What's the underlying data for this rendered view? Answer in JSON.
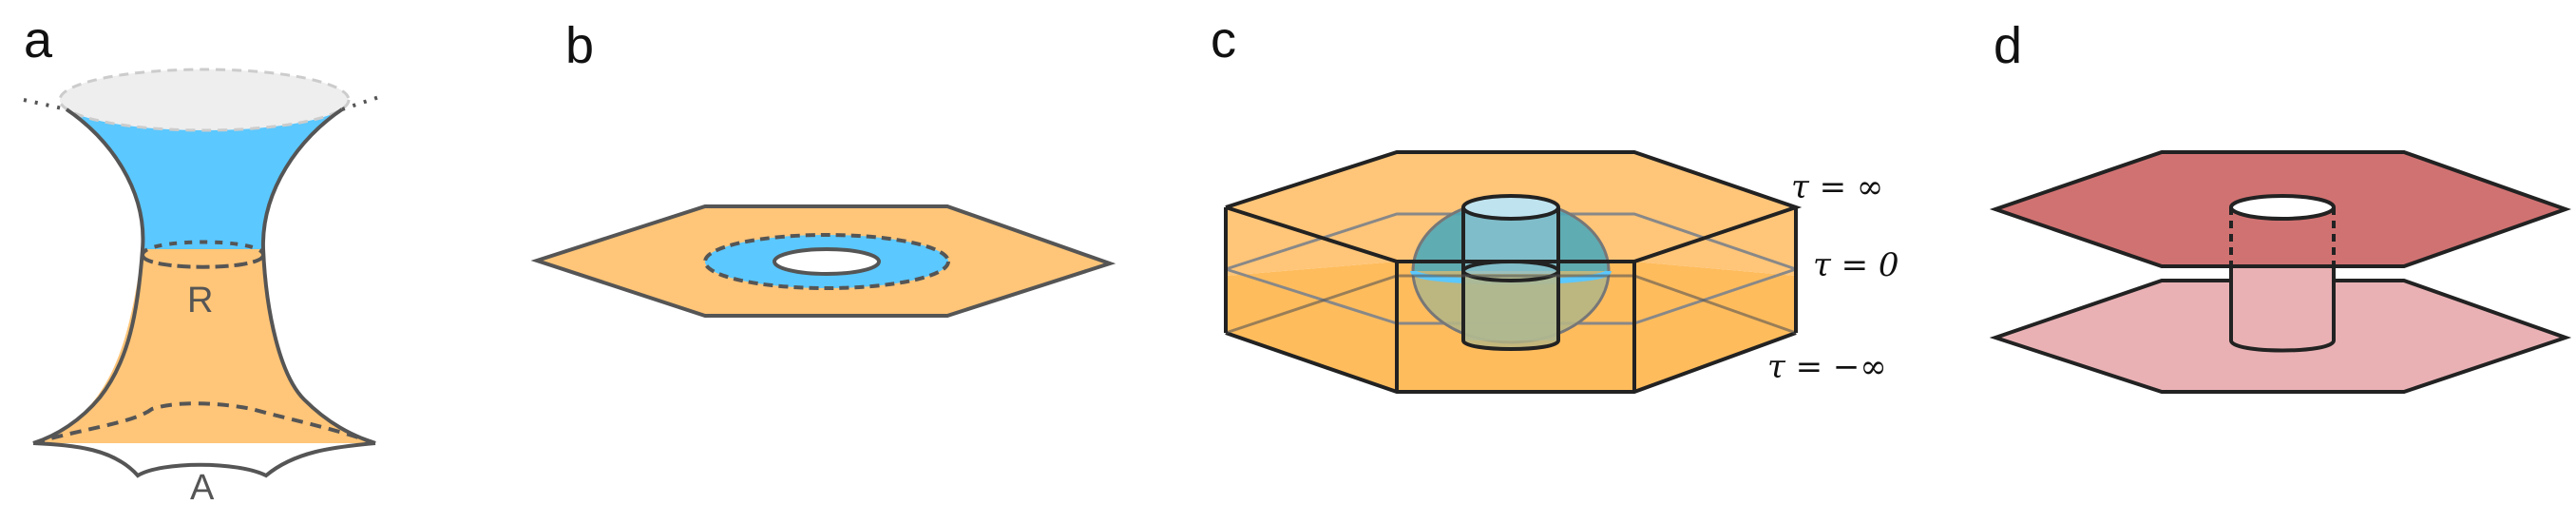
{
  "panels": [
    {
      "letter": "a"
    },
    {
      "letter": "b"
    },
    {
      "letter": "c"
    },
    {
      "letter": "d"
    }
  ],
  "panel_a": {
    "region_R": "R",
    "region_A": "A"
  },
  "panel_c": {
    "tau_top": "τ = ∞",
    "tau_mid": "τ = 0",
    "tau_bottom": "τ = −∞"
  },
  "colors": {
    "orange": "#ffc578",
    "orange_dark": "#ffb040",
    "blue": "#5bc8ff",
    "teal": "#4ea8b8",
    "olive": "#b5b585",
    "light_grey": "#eeeeee",
    "red_top": "#d17272",
    "red_bottom": "#e9b1b4",
    "stroke": "#555555"
  }
}
